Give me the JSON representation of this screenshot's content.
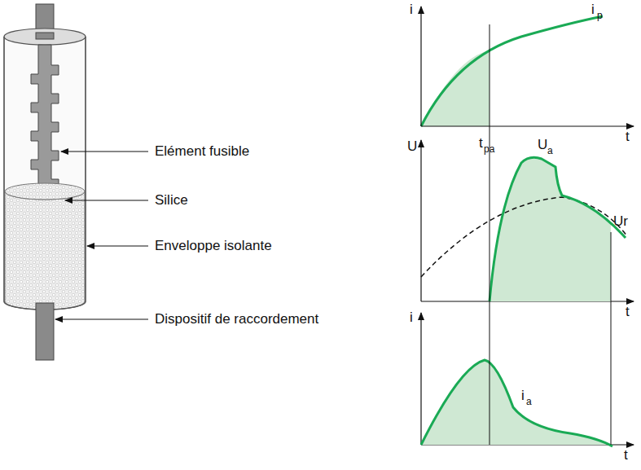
{
  "diagram": {
    "labels": [
      "Elément fusible",
      "Silice",
      "Enveloppe isolante",
      "Dispositif de raccordement",
      "i",
      "t",
      "i",
      "p",
      "t",
      "pa",
      "U",
      "U",
      "a",
      "Ur",
      "t",
      "i",
      "i",
      "a",
      "t"
    ]
  }
}
